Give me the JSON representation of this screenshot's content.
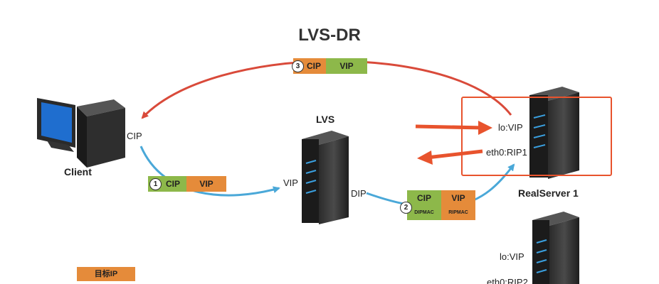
{
  "title": "LVS-DR",
  "client": {
    "label": "Client",
    "ip_label": "CIP"
  },
  "lvs": {
    "label": "LVS",
    "vip_label": "VIP",
    "dip_label": "DIP"
  },
  "realserver1": {
    "label": "RealServer 1",
    "lo_label": "lo:VIP",
    "eth_label": "eth0:RIP1"
  },
  "realserver2": {
    "lo_label": "lo:VIP",
    "eth_label": "eth0:RIP2"
  },
  "packet1": {
    "num": "1",
    "src": "CIP",
    "dst": "VIP"
  },
  "packet2": {
    "num": "2",
    "src": "CIP",
    "dst": "VIP",
    "src_mac": "DIPMAC",
    "dst_mac": "RIPMAC"
  },
  "packet3": {
    "num": "3",
    "src": "CIP",
    "dst": "VIP"
  },
  "legend": {
    "target_ip": "目标IP"
  },
  "colors": {
    "green": "#8db84a",
    "orange": "#e58b3a",
    "red_arrow": "#d94a3a",
    "blue_arrow": "#4aa8d8",
    "highlight": "#e8532d"
  }
}
